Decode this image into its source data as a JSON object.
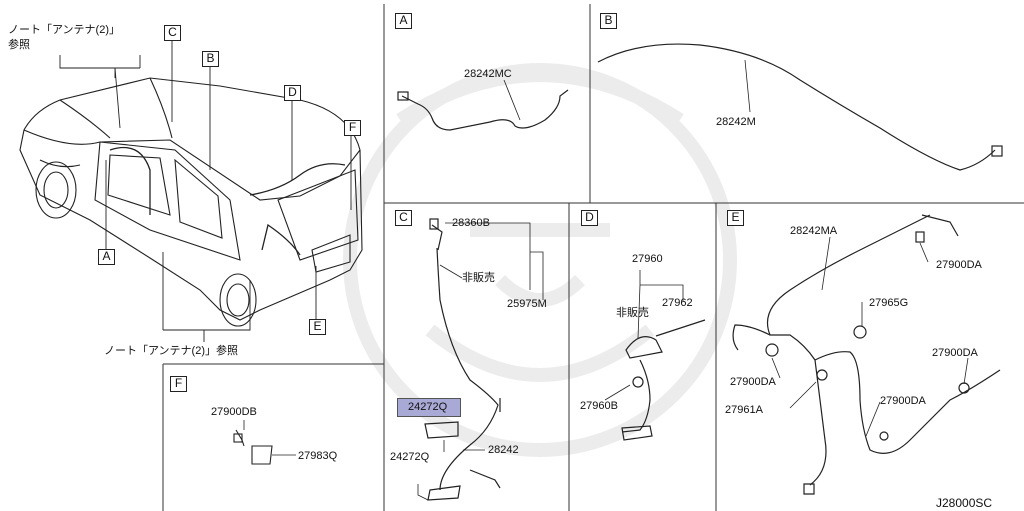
{
  "diagram_code": "J28000SC",
  "note_antenna": "ノート「アンテナ(2)」",
  "note_ref": "参照",
  "note_antenna_full": "ノート「アンテナ(2)」参照",
  "not_for_sale": "非販売",
  "callouts": {
    "A": "A",
    "B": "B",
    "C": "C",
    "D": "D",
    "E": "E",
    "F": "F"
  },
  "panels": {
    "A": {
      "label": "A",
      "parts": [
        "28242MC"
      ]
    },
    "B": {
      "label": "B",
      "parts": [
        "28242M"
      ]
    },
    "C": {
      "label": "C",
      "parts": [
        "28360B",
        "25975M",
        "24272Q",
        "28242",
        "24272Q"
      ]
    },
    "D": {
      "label": "D",
      "parts": [
        "27960",
        "27962",
        "27960B"
      ]
    },
    "E": {
      "label": "E",
      "parts": [
        "28242MA",
        "27900DA",
        "27965G",
        "27900DA",
        "27900DA",
        "27961A",
        "27900DA"
      ]
    },
    "F": {
      "label": "F",
      "parts": [
        "27900DB",
        "27983Q"
      ]
    }
  },
  "colors": {
    "highlight": "#a9a9d6",
    "line": "#222222"
  }
}
